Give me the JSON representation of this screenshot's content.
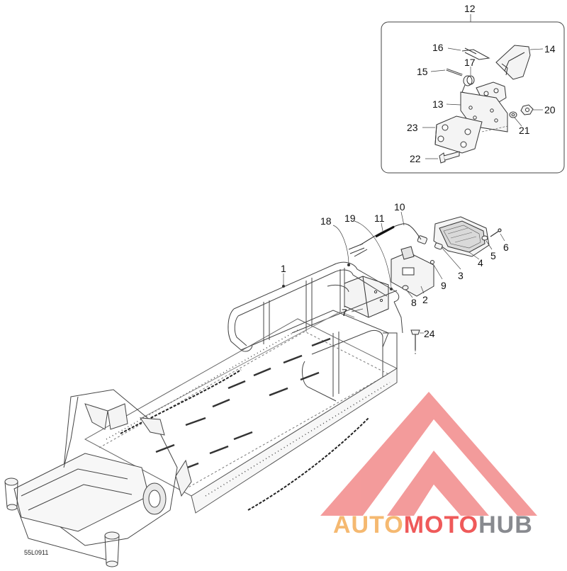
{
  "diagram": {
    "reference_code": "55L0911",
    "callouts": [
      "1",
      "2",
      "3",
      "4",
      "5",
      "6",
      "7",
      "8",
      "9",
      "10",
      "11",
      "12",
      "13",
      "14",
      "15",
      "16",
      "17",
      "18",
      "19",
      "20",
      "21",
      "22",
      "23",
      "24"
    ]
  },
  "watermark": {
    "part1": "AUTO",
    "part2": "MOTO",
    "part3": "HUB",
    "color_auto": "#f5b971",
    "color_moto": "#ef5a5a",
    "color_hub": "#888a8f"
  }
}
